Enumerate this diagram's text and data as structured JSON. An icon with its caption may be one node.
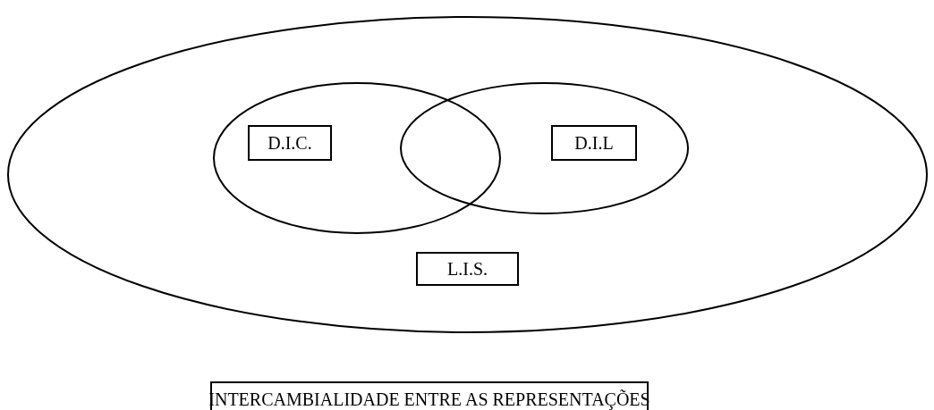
{
  "diagram": {
    "nodes": [
      {
        "text": [],
        "shape": "ellipse"
      },
      {
        "text": [],
        "shape": "ellipse",
        "in": 0
      },
      {
        "text": [
          "D.I.C."
        ],
        "in": 1
      },
      {
        "text": [],
        "shape": "ellipse",
        "in": 0
      },
      {
        "text": [
          "D.I.L"
        ],
        "in": 3
      },
      {
        "text": [
          "L.I.S."
        ],
        "in": 0
      },
      {
        "text": [
          "INTERCAMBIALIDADE ENTRE AS REPRESENTAÇÕES"
        ]
      }
    ]
  }
}
